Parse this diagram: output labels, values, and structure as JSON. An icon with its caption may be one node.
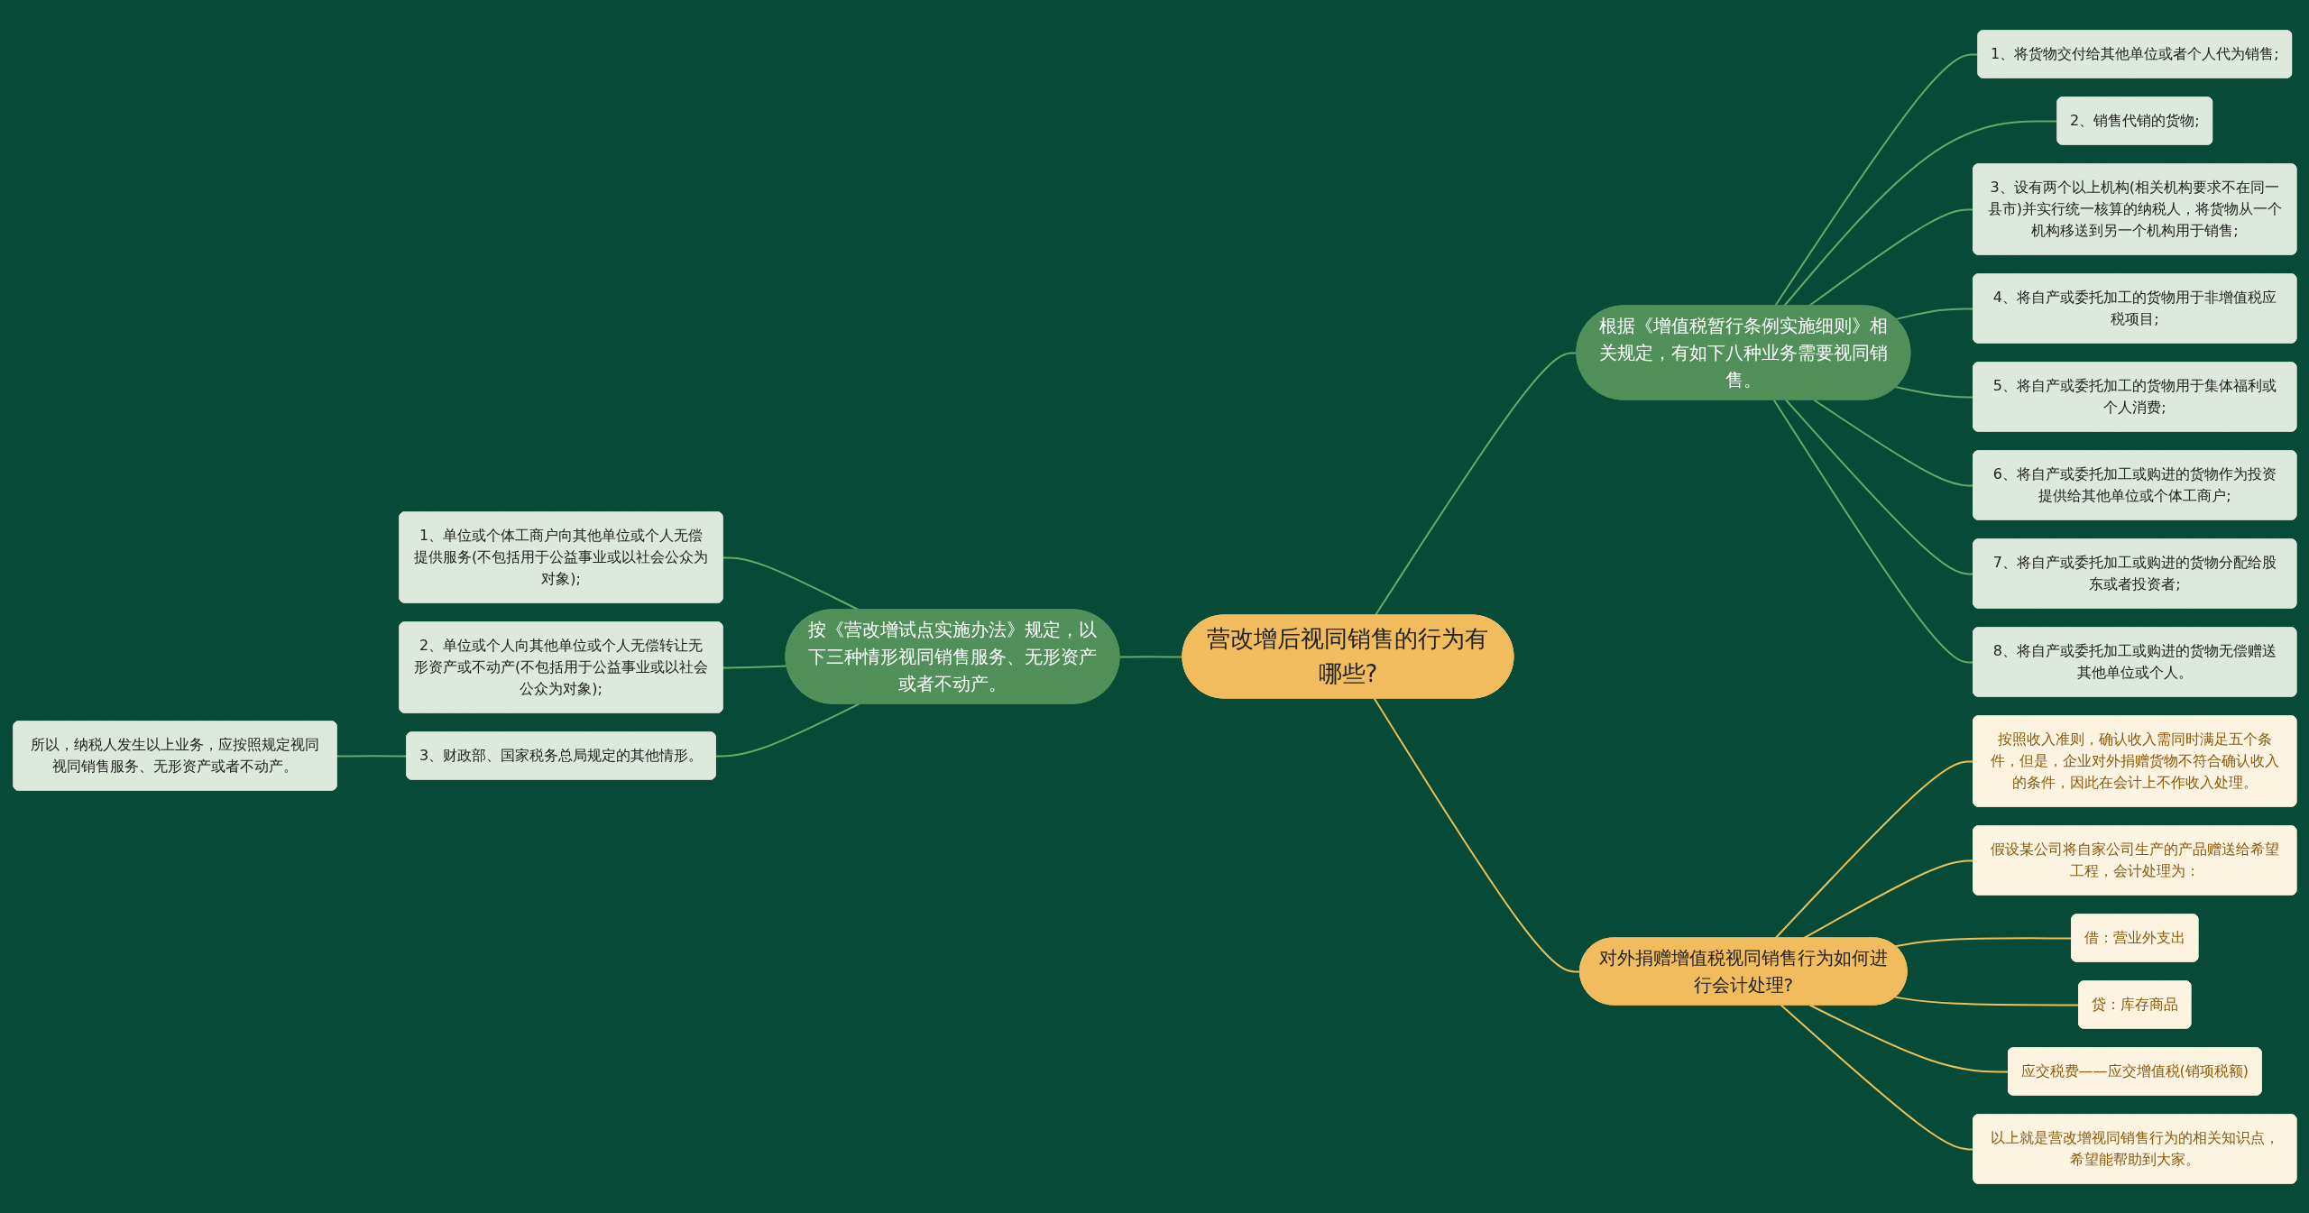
{
  "diagram": {
    "nodes": [
      {
        "text": [
          "营改增后视同销售的行为有哪些?"
        ]
      },
      {
        "text": [
          "根据《增值税暂行条例实施细则》相关规定，有如下八种业务需要视同销售。"
        ]
      },
      {
        "text": [
          "1、将货物交付给其他单位或者个人代为销售;"
        ]
      },
      {
        "text": [
          "2、销售代销的货物;"
        ]
      },
      {
        "text": [
          "3、设有两个以上机构(相关机构要求不在同一县市)并实行统一核算的纳税人，将货物从一个机构移送到另一个机构用于销售;"
        ]
      },
      {
        "text": [
          "4、将自产或委托加工的货物用于非增值税应税项目;"
        ]
      },
      {
        "text": [
          "5、将自产或委托加工的货物用于集体福利或个人消费;"
        ]
      },
      {
        "text": [
          "6、将自产或委托加工或购进的货物作为投资提供给其他单位或个体工商户;"
        ]
      },
      {
        "text": [
          "7、将自产或委托加工或购进的货物分配给股东或者投资者;"
        ]
      },
      {
        "text": [
          "8、将自产或委托加工或购进的货物无偿赠送其他单位或个人。"
        ]
      },
      {
        "text": [
          "对外捐赠增值税视同销售行为如何进行会计处理?"
        ]
      },
      {
        "text": [
          "按照收入准则，确认收入需同时满足五个条件，但是，企业对外捐赠货物不符合确认收入的条件，因此在会计上不作收入处理。"
        ]
      },
      {
        "text": [
          "假设某公司将自家公司生产的产品赠送给希望工程，会计处理为："
        ]
      },
      {
        "text": [
          "借：营业外支出"
        ]
      },
      {
        "text": [
          "贷：库存商品"
        ]
      },
      {
        "text": [
          "应交税费——应交增值税(销项税额)"
        ]
      },
      {
        "text": [
          "以上就是营改增视同销售行为的相关知识点，希望能帮助到大家。"
        ]
      },
      {
        "text": [
          "按《营改增试点实施办法》规定，以下三种情形视同销售服务、无形资产或者不动产。"
        ]
      },
      {
        "text": [
          "1、单位或个体工商户向其他单位或个人无偿提供服务(不包括用于公益事业或以社会公众为对象);"
        ]
      },
      {
        "text": [
          "2、单位或个人向其他单位或个人无偿转让无形资产或不动产(不包括用于公益事业或以社会公众为对象);"
        ]
      },
      {
        "text": [
          "3、财政部、国家税务总局规定的其他情形。"
        ]
      },
      {
        "text": [
          "所以，纳税人发生以上业务，应按照规定视同视同销售服务、无形资产或者不动产。"
        ]
      }
    ],
    "edges": [
      {
        "from": 0,
        "to": 1,
        "arrow": "none"
      },
      {
        "from": 1,
        "to": 2,
        "arrow": "none"
      },
      {
        "from": 1,
        "to": 3,
        "arrow": "none"
      },
      {
        "from": 1,
        "to": 4,
        "arrow": "none"
      },
      {
        "from": 1,
        "to": 5,
        "arrow": "none"
      },
      {
        "from": 1,
        "to": 6,
        "arrow": "none"
      },
      {
        "from": 1,
        "to": 7,
        "arrow": "none"
      },
      {
        "from": 1,
        "to": 8,
        "arrow": "none"
      },
      {
        "from": 1,
        "to": 9,
        "arrow": "none"
      },
      {
        "from": 0,
        "to": 10,
        "arrow": "none",
        "color": "#e8c15a"
      },
      {
        "from": 10,
        "to": 11,
        "arrow": "none",
        "color": "#e8c15a"
      },
      {
        "from": 10,
        "to": 12,
        "arrow": "none",
        "color": "#e8c15a"
      },
      {
        "from": 10,
        "to": 13,
        "arrow": "none",
        "color": "#e8c15a"
      },
      {
        "from": 10,
        "to": 14,
        "arrow": "none",
        "color": "#e8c15a"
      },
      {
        "from": 10,
        "to": 15,
        "arrow": "none",
        "color": "#e8c15a"
      },
      {
        "from": 10,
        "to": 16,
        "arrow": "none",
        "color": "#e8c15a"
      },
      {
        "from": 0,
        "to": 17,
        "arrow": "none"
      },
      {
        "from": 17,
        "to": 18,
        "arrow": "none"
      },
      {
        "from": 17,
        "to": 19,
        "arrow": "none"
      },
      {
        "from": 17,
        "to": 20,
        "arrow": "none"
      },
      {
        "from": 20,
        "to": 21,
        "arrow": "none"
      }
    ]
  }
}
